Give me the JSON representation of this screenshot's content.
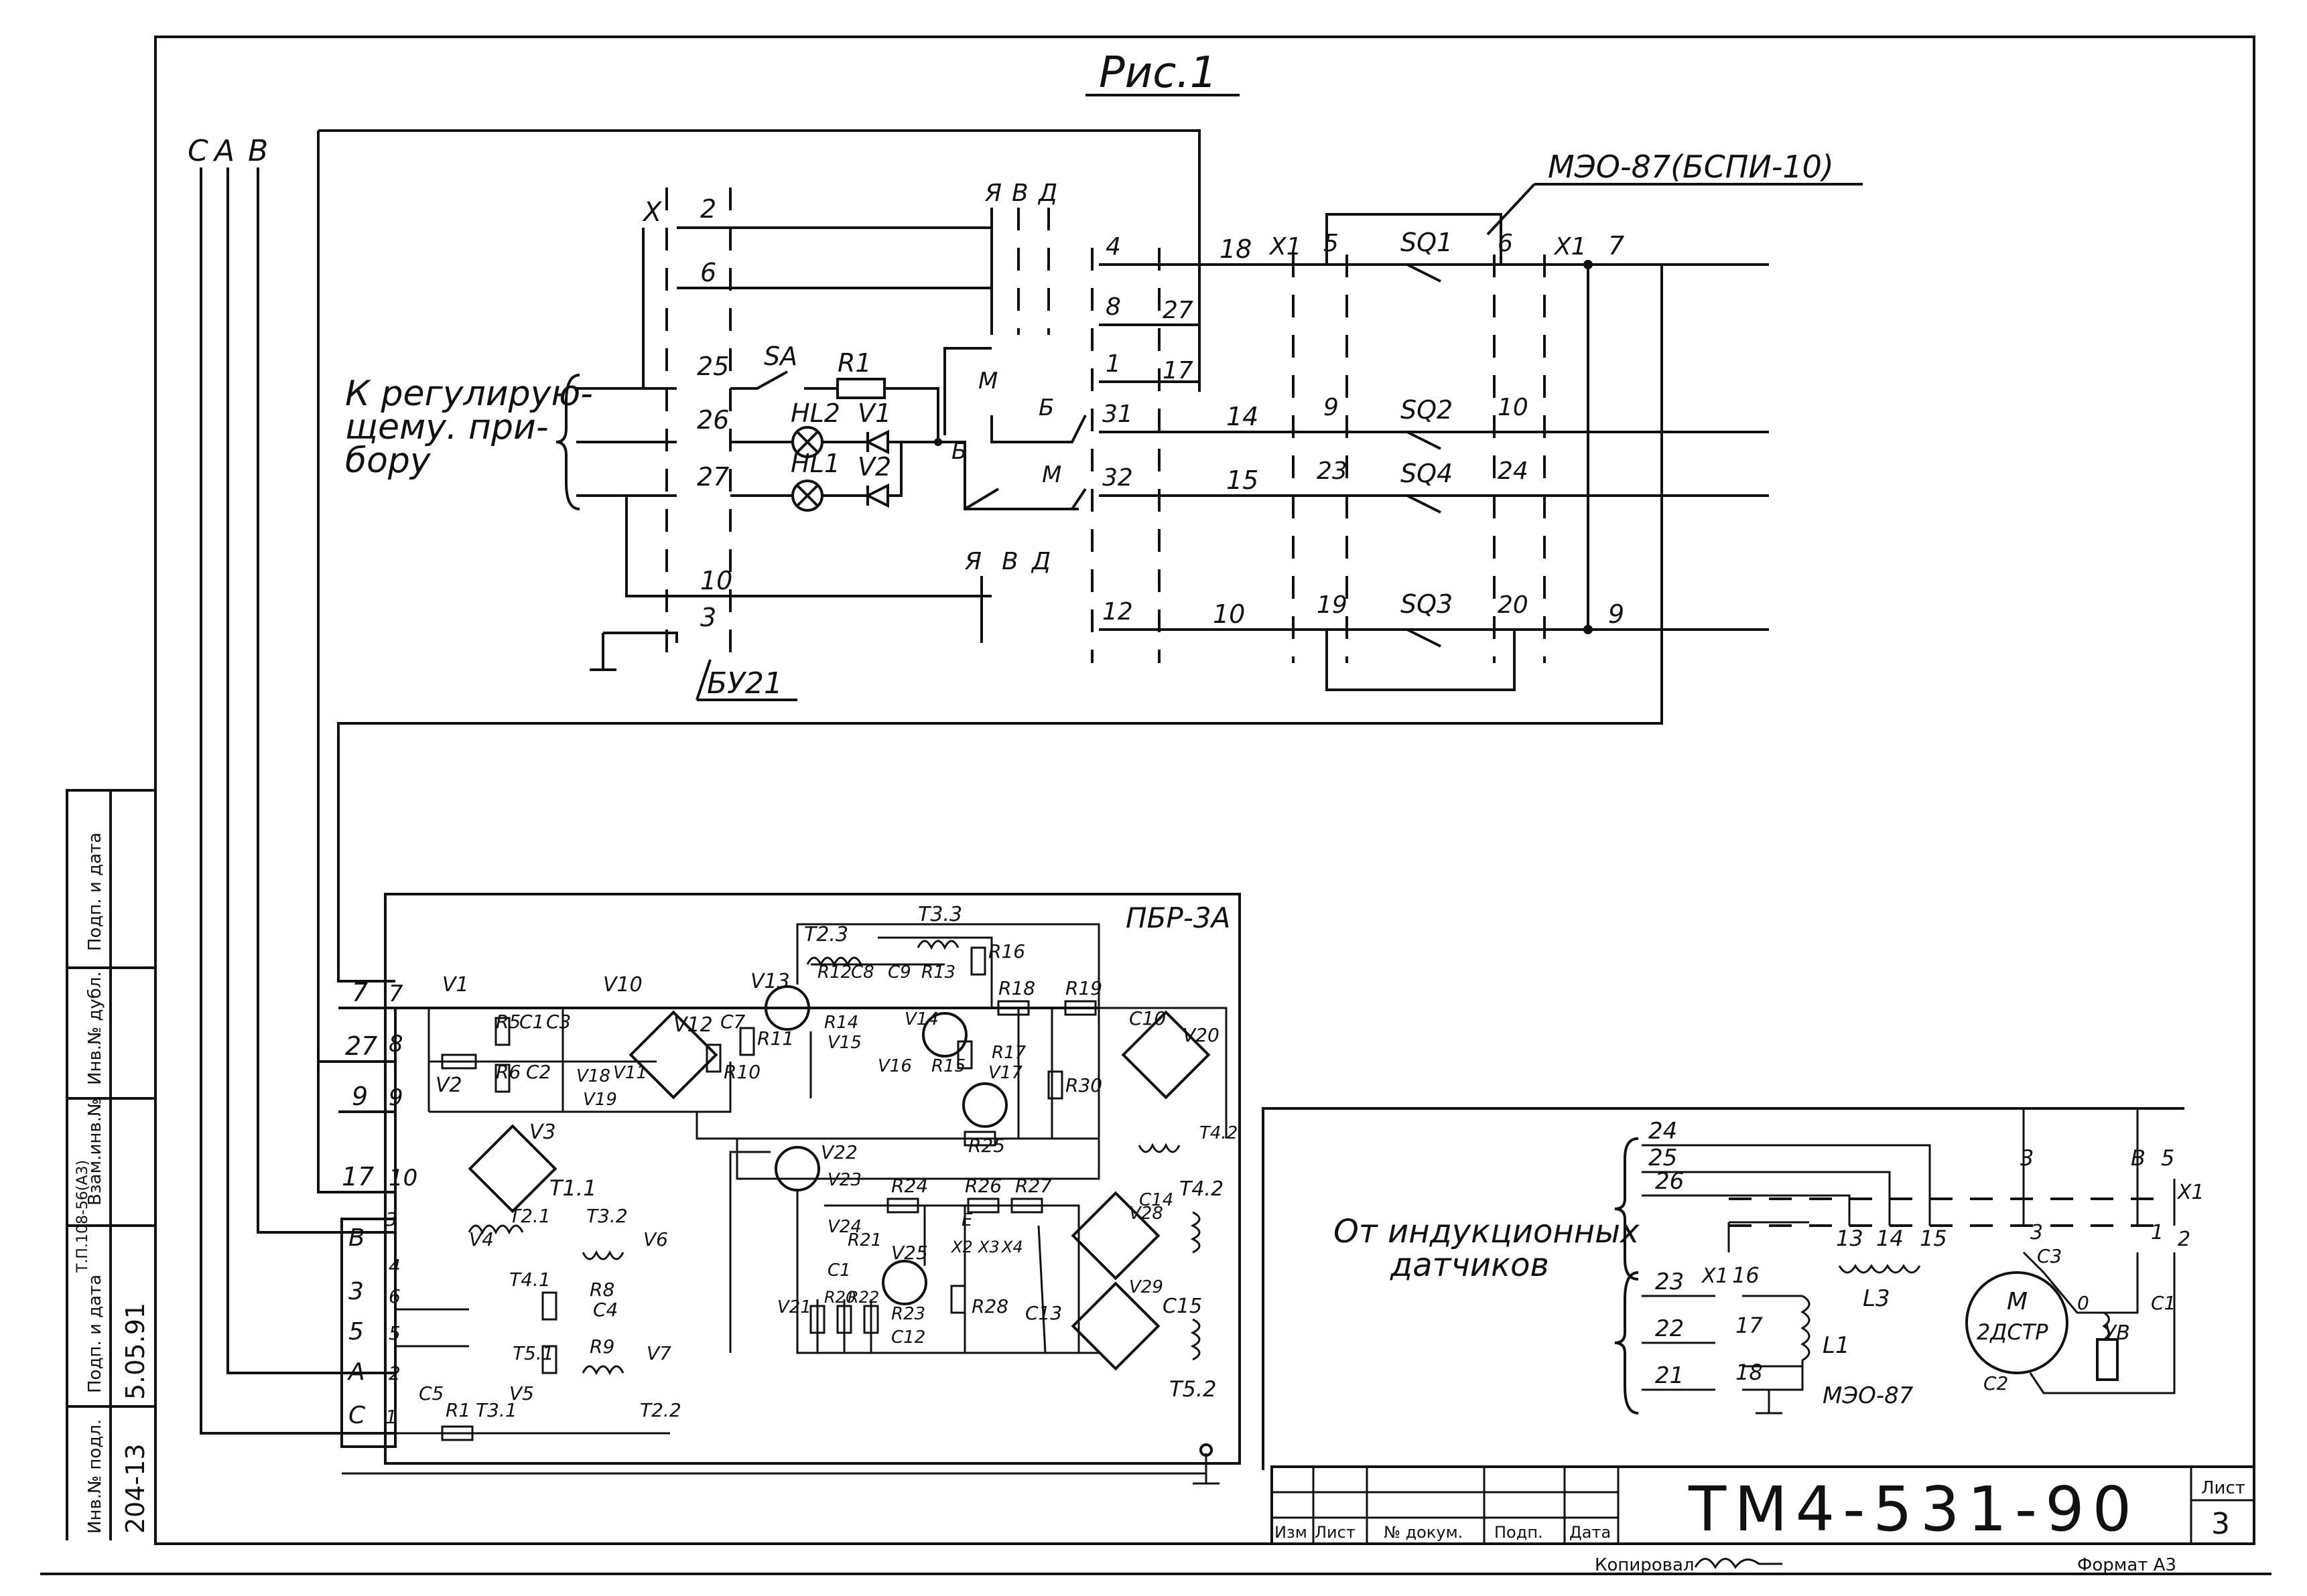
{
  "figure_title": "Рис.1",
  "device_top": "МЭО-87(БСПИ-10)",
  "block_bu": "БУ21",
  "block_pbr": "ПБР-3А",
  "left_bus": [
    "С",
    "А",
    "В"
  ],
  "regulator_label": [
    "К регулирую-",
    "щему. при-",
    "бору"
  ],
  "sensors_label": [
    "От индукционных",
    "датчиков"
  ],
  "motor_label": [
    "М",
    "2ДСТР"
  ],
  "meo_bottom": "МЭО-87",
  "connector_x": "Х",
  "connector_x1": "Х1",
  "top_columns": [
    "Я",
    "В",
    "Д"
  ],
  "top_left_pins": [
    "2",
    "6",
    "25",
    "26",
    "27",
    "10",
    "3"
  ],
  "top_mid_pins": [
    "4",
    "8",
    "1",
    "31",
    "32",
    "12"
  ],
  "top_mid_aux": [
    "27",
    "17"
  ],
  "top_wires": [
    "18",
    "14",
    "15",
    "10"
  ],
  "top_right_pins_left": [
    "5",
    "9",
    "23",
    "19"
  ],
  "top_right_pins_right": [
    "6",
    "10",
    "24",
    "20"
  ],
  "top_far_right": [
    "7",
    "9"
  ],
  "switches": [
    "SQ1",
    "SQ2",
    "SQ4",
    "SQ3"
  ],
  "top_components": [
    "SA",
    "R1",
    "HL2",
    "V1",
    "HL1",
    "V2"
  ],
  "relay_labels": [
    "М",
    "Б",
    "Б",
    "М"
  ],
  "pbr_inputs": [
    "7",
    "27",
    "9",
    "17"
  ],
  "pbr_inner_pins": [
    "7",
    "8",
    "9",
    "10"
  ],
  "bus_inputs": [
    "В",
    "3",
    "5",
    "А",
    "С"
  ],
  "bus_pins": [
    "3",
    "4",
    "6",
    "5",
    "2",
    "1"
  ],
  "pbr_components": [
    "V1",
    "V2",
    "V3",
    "V10",
    "R5",
    "C1",
    "C3",
    "R6",
    "C2",
    "V18",
    "V19",
    "V11",
    "V12",
    "C7",
    "R10",
    "R11",
    "V13",
    "T2.3",
    "R12",
    "C8",
    "C9",
    "R13",
    "T3.3",
    "R16",
    "R18",
    "R19",
    "R14",
    "V15",
    "V14",
    "V16",
    "R15",
    "R17",
    "V17",
    "R30",
    "C10",
    "V20",
    "T4.2",
    "V22",
    "V23",
    "R25",
    "R24",
    "R26",
    "R27",
    "V24",
    "R21",
    "C1",
    "V25",
    "V21",
    "R20",
    "R22",
    "R23",
    "C12",
    "R28",
    "C13",
    "C14",
    "V28",
    "T4.2",
    "V29",
    "C15",
    "T5.2",
    "T1.1",
    "V4",
    "T2.1",
    "T4.1",
    "T3.2",
    "V6",
    "R8",
    "C4",
    "R9",
    "T5.1",
    "V5",
    "V7",
    "C5",
    "R1",
    "T3.1",
    "T2.2",
    "Е",
    "Х2",
    "Х3",
    "Х4"
  ],
  "sensor_lines": [
    "24",
    "25",
    "26",
    "23",
    "22",
    "21"
  ],
  "sensor_pins": [
    "13",
    "14",
    "15",
    "16",
    "17",
    "18",
    "Х1"
  ],
  "motor_pins": [
    "3",
    "1",
    "2",
    "С3",
    "С1",
    "С2",
    "0"
  ],
  "motor_components": [
    "L3",
    "L1",
    "УВ"
  ],
  "motor_top_labels": [
    "3",
    "В",
    "5",
    "Х1"
  ],
  "side_stamp": [
    "Инв.№ подл.",
    "Подп. и дата",
    "Взам.инв.№",
    "Инв.№ дубл.",
    "Подп. и дата"
  ],
  "side_stamp_values": [
    "204-13",
    "5.05.91",
    "Т.П.108-56(А3)"
  ],
  "stamp_headers": [
    "Изм",
    "Лист",
    "№ докум.",
    "Подп.",
    "Дата"
  ],
  "stamp_title": "ТМ4-531-90",
  "stamp_sheet_label": "Лист",
  "stamp_sheet_number": "3",
  "copied_label": "Копировал",
  "format_label": "Формат А3",
  "colors": {
    "ink": "#111111",
    "paper": "#ffffff"
  }
}
